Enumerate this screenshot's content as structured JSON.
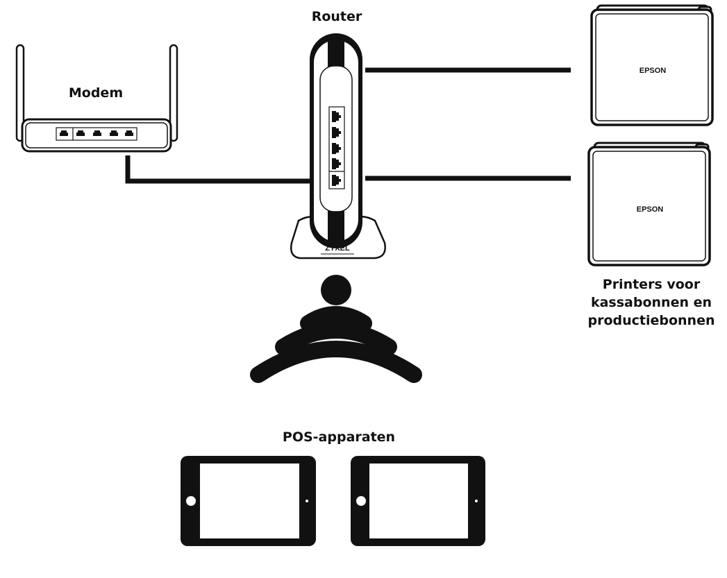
{
  "labels": {
    "router": "Router",
    "modem": "Modem",
    "printers": [
      "Printers voor",
      "kassabonnen en",
      "productiebonnen"
    ],
    "pos": "POS-apparaten"
  },
  "brands": {
    "router": "ZYXEL",
    "printer1": "EPSON",
    "printer2": "EPSON"
  },
  "colors": {
    "line": "#111111",
    "background": "#ffffff"
  }
}
